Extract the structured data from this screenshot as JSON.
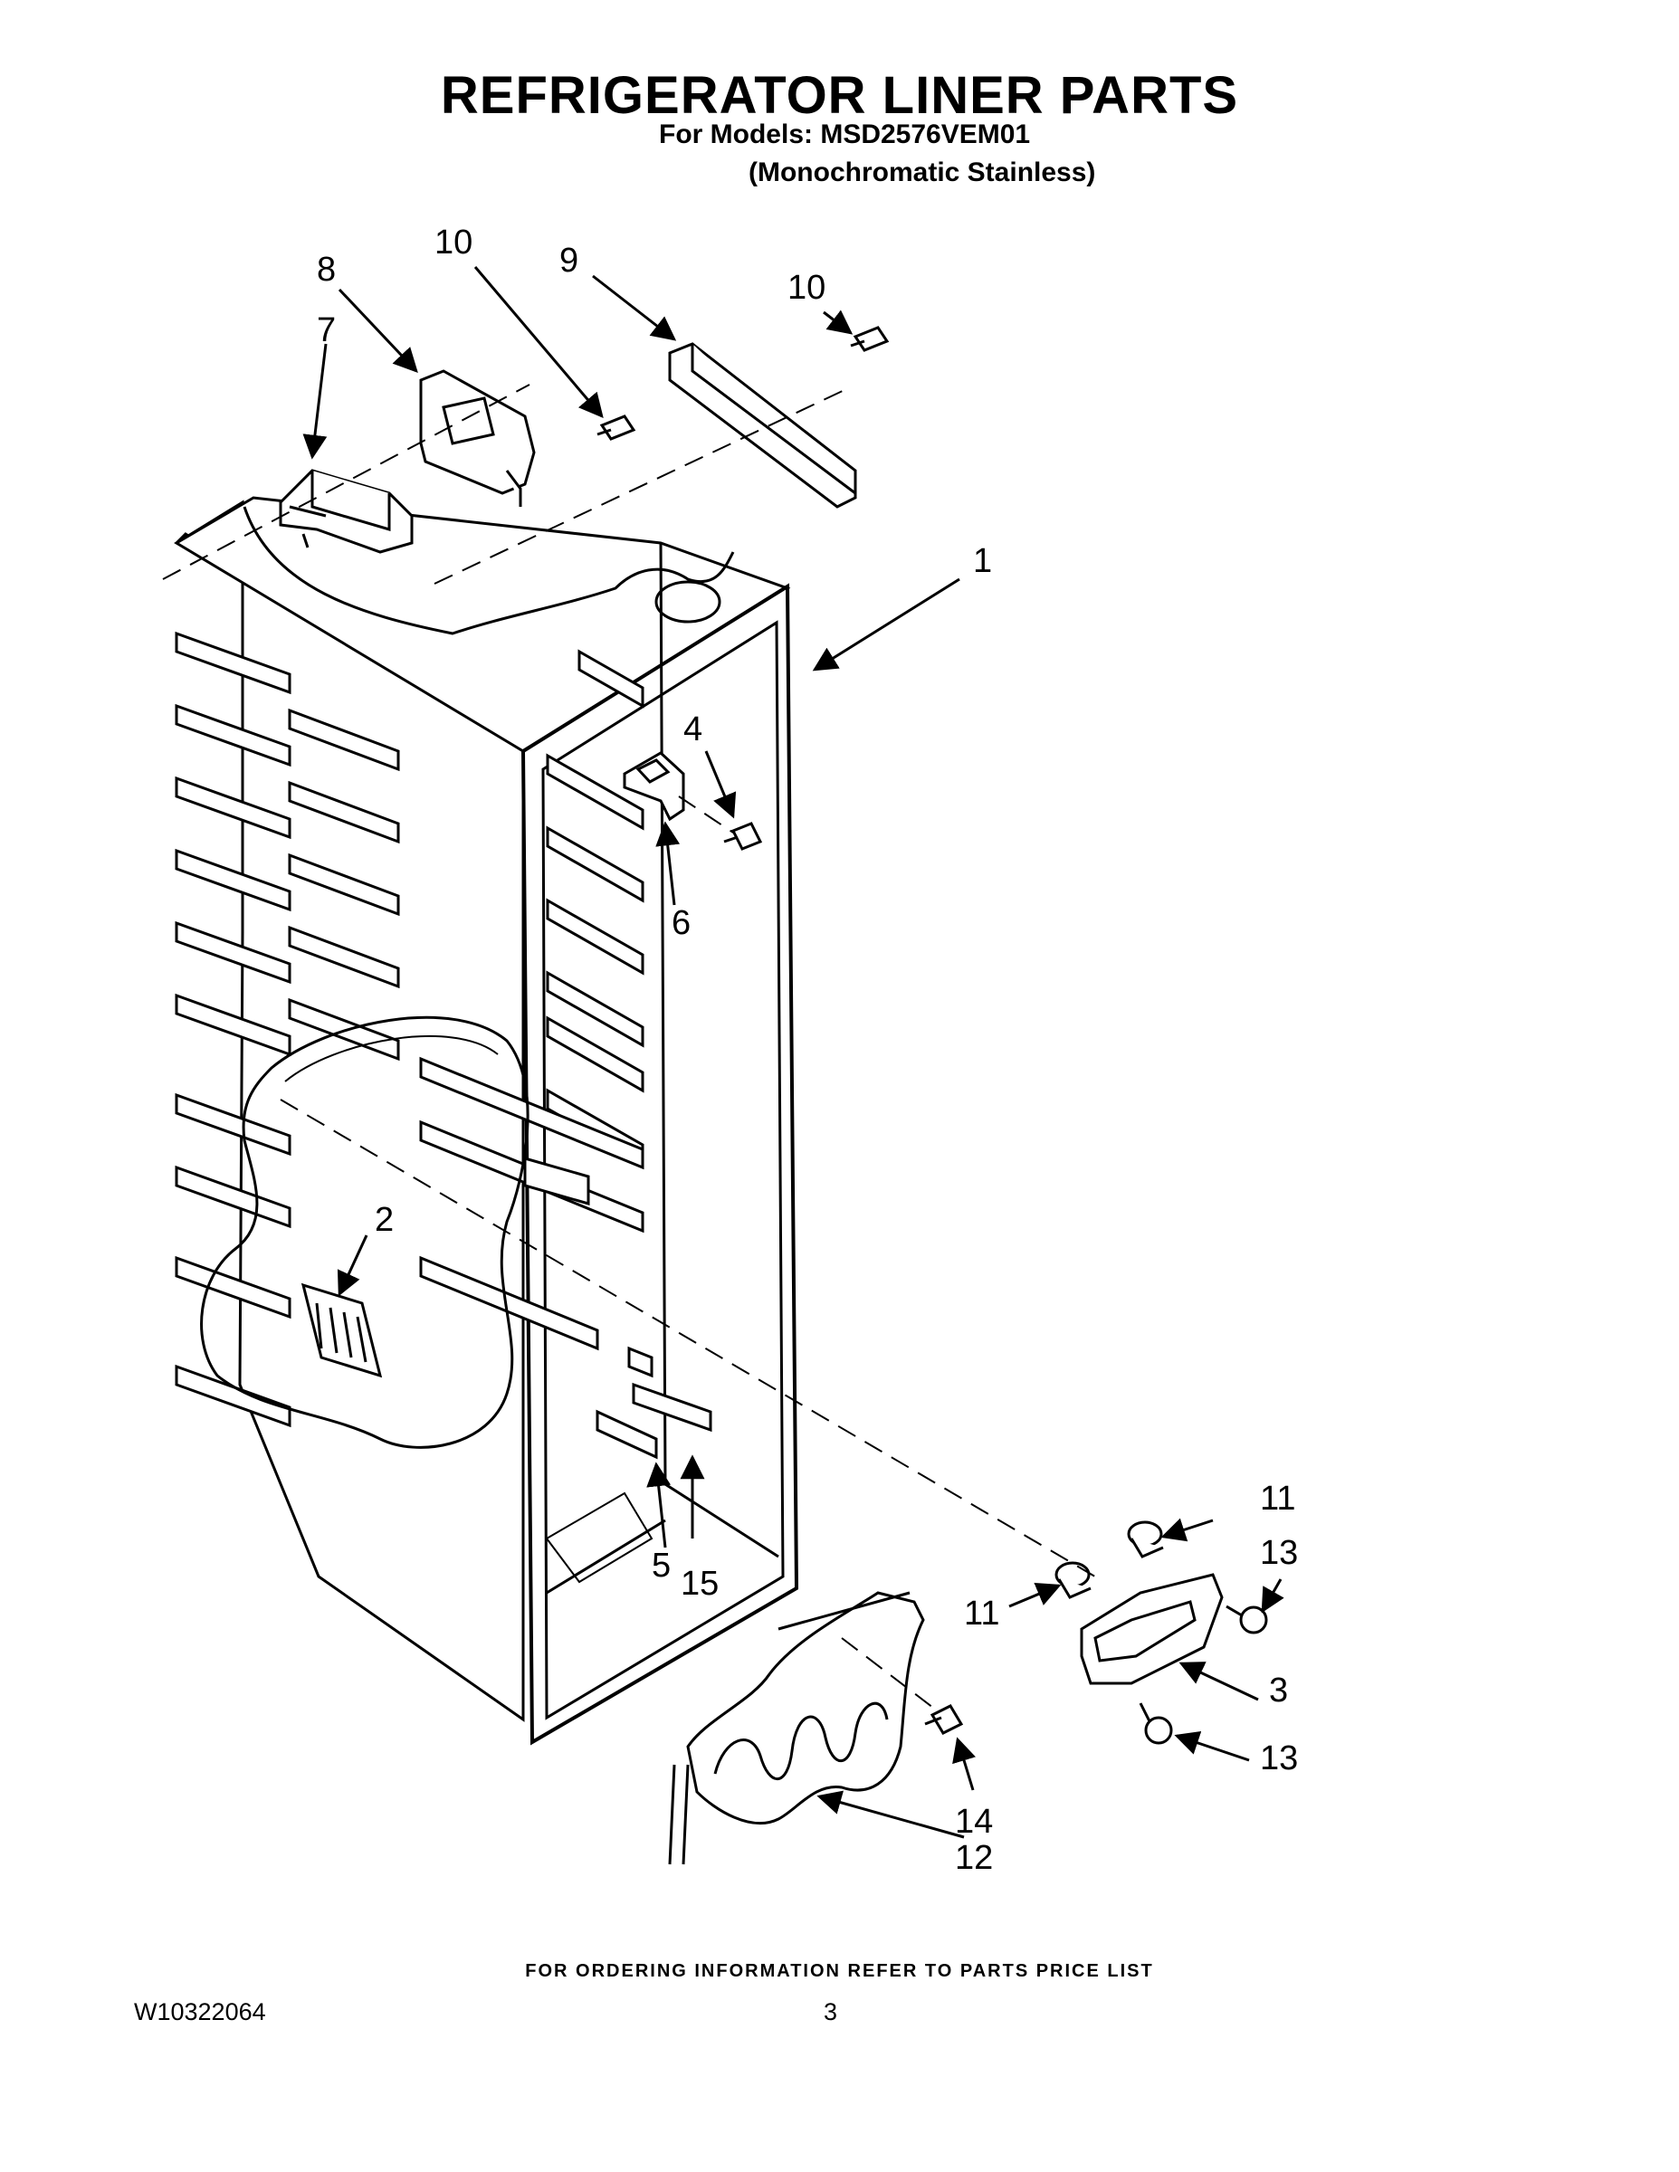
{
  "header": {
    "title": "REFRIGERATOR LINER PARTS",
    "models_line": "For Models: MSD2576VEM01",
    "variant_line": "(Monochromatic Stainless)"
  },
  "callouts": {
    "c1": "1",
    "c2": "2",
    "c3": "3",
    "c4": "4",
    "c5": "5",
    "c6": "6",
    "c7": "7",
    "c8": "8",
    "c9": "9",
    "c10a": "10",
    "c10b": "10",
    "c11a": "11",
    "c11b": "11",
    "c12": "12",
    "c13a": "13",
    "c13b": "13",
    "c14": "14",
    "c15": "15"
  },
  "footer": {
    "ordering_note": "FOR ORDERING INFORMATION REFER TO PARTS PRICE LIST",
    "doc_number": "W10322064",
    "page_number": "3"
  }
}
